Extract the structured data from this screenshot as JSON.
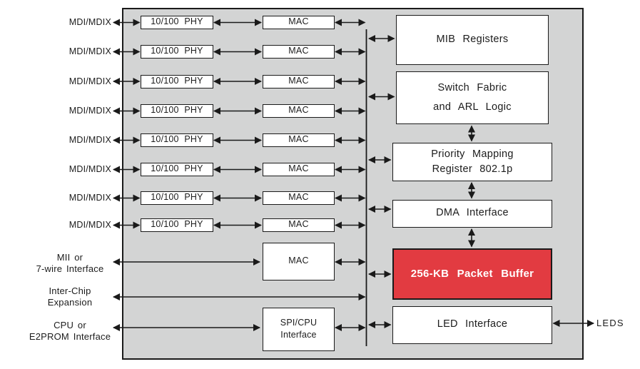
{
  "left_labels": {
    "mdi_mdix": "MDI/MDIX",
    "mii": [
      "MII or",
      "7-wire Interface"
    ],
    "inter_chip": [
      "Inter-Chip",
      "Expansion"
    ],
    "cpu": [
      "CPU or",
      "E2PROM Interface"
    ]
  },
  "port_count": 8,
  "port_blocks": {
    "phy": "10/100 PHY",
    "mac": "MAC"
  },
  "uplink_block": {
    "mac": "MAC"
  },
  "spi_cpu_block": [
    "SPI/CPU",
    "Interface"
  ],
  "right_blocks": {
    "mib": "MIB Registers",
    "switch_fabric": [
      "Switch Fabric",
      "and ARL Logic"
    ],
    "priority_mapping": [
      "Priority Mapping",
      "Register 802.1p"
    ],
    "dma": "DMA Interface",
    "packet_buffer": "256-KB Packet Buffer",
    "led": "LED Interface"
  },
  "output_label": "LEDS",
  "colors": {
    "chip_background": "#d3d4d4",
    "block_fill": "#ffffff",
    "line": "#1a1a1a",
    "packet_buffer_fill": "#e23b41",
    "packet_buffer_text": "#ffffff"
  }
}
